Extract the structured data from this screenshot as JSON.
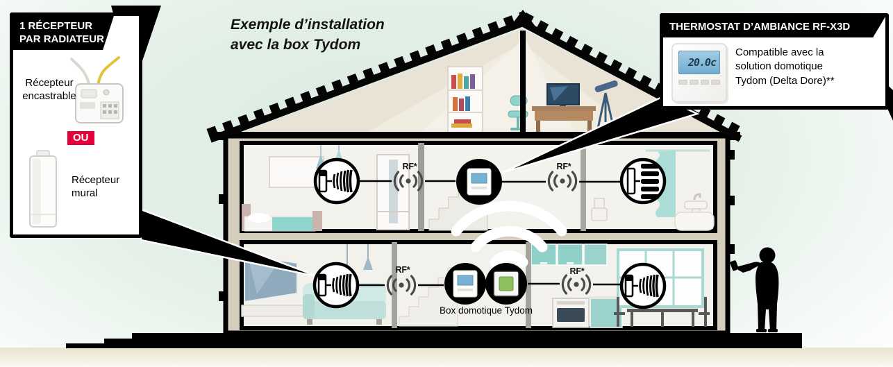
{
  "title": {
    "line1": "Exemple d’installation",
    "line2": "avec la box Tydom"
  },
  "receiver_callout": {
    "header_line1": "1 RÉCEPTEUR",
    "header_line2": "PAR RADIATEUR",
    "flush_receiver_line1": "Récepteur",
    "flush_receiver_line2": "encastrable",
    "or_label": "OU",
    "wall_receiver_line1": "Récepteur",
    "wall_receiver_line2": "mural"
  },
  "thermostat_callout": {
    "header": "THERMOSTAT D’AMBIANCE RF-X3D",
    "lcd_value": "20.0c",
    "description_line1": "Compatible avec la",
    "description_line2": "solution domotique",
    "description_line3": "Tydom (Delta Dore)**"
  },
  "diagram": {
    "rf_label": "RF*",
    "box_label": "Box domotique Tydom"
  },
  "colors": {
    "accent_red": "#e40038",
    "tydom_green": "#8cbf5e",
    "lcd_blue": "#7ab4d6",
    "background_mint": "#dcebe1",
    "teal_accent": "#8fd4cc",
    "black": "#000000"
  }
}
